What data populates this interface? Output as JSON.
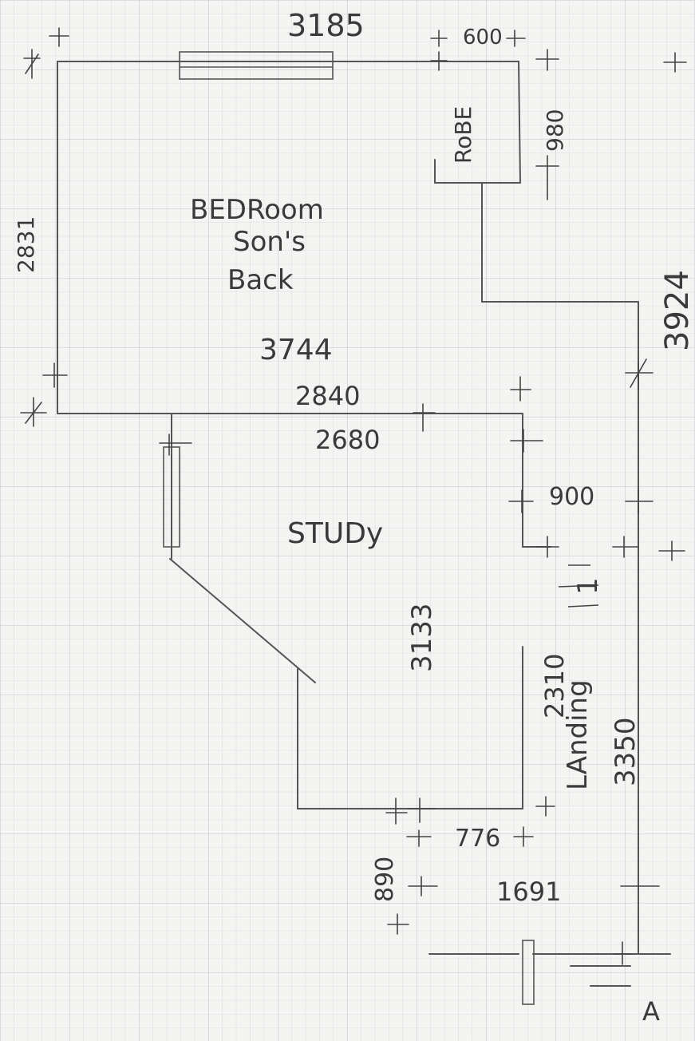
{
  "plan": {
    "bedroom": {
      "name_line1": "BEDRoom",
      "name_line2": "Son's",
      "name_line3": "Back",
      "robe_label": "RoBE"
    },
    "study": {
      "name": "STUDy"
    },
    "landing": {
      "name": "LAnding",
      "marker": "1"
    },
    "dimensions": {
      "top_width": "3185",
      "robe_width": "600",
      "robe_depth": "980",
      "left_height": "2831",
      "right_height": "3924",
      "length_a": "3744",
      "length_b": "2840",
      "length_c": "2680",
      "side_900": "900",
      "study_depth": "3133",
      "landing_inner": "2310",
      "landing_outer": "3350",
      "step_776": "776",
      "step_890": "890",
      "bottom_1691": "1691"
    },
    "corner_note": "A"
  },
  "colors": {
    "paper": "#f4f4f2",
    "grid": "#cfd4d8",
    "pencil": "#4a4a4a"
  }
}
